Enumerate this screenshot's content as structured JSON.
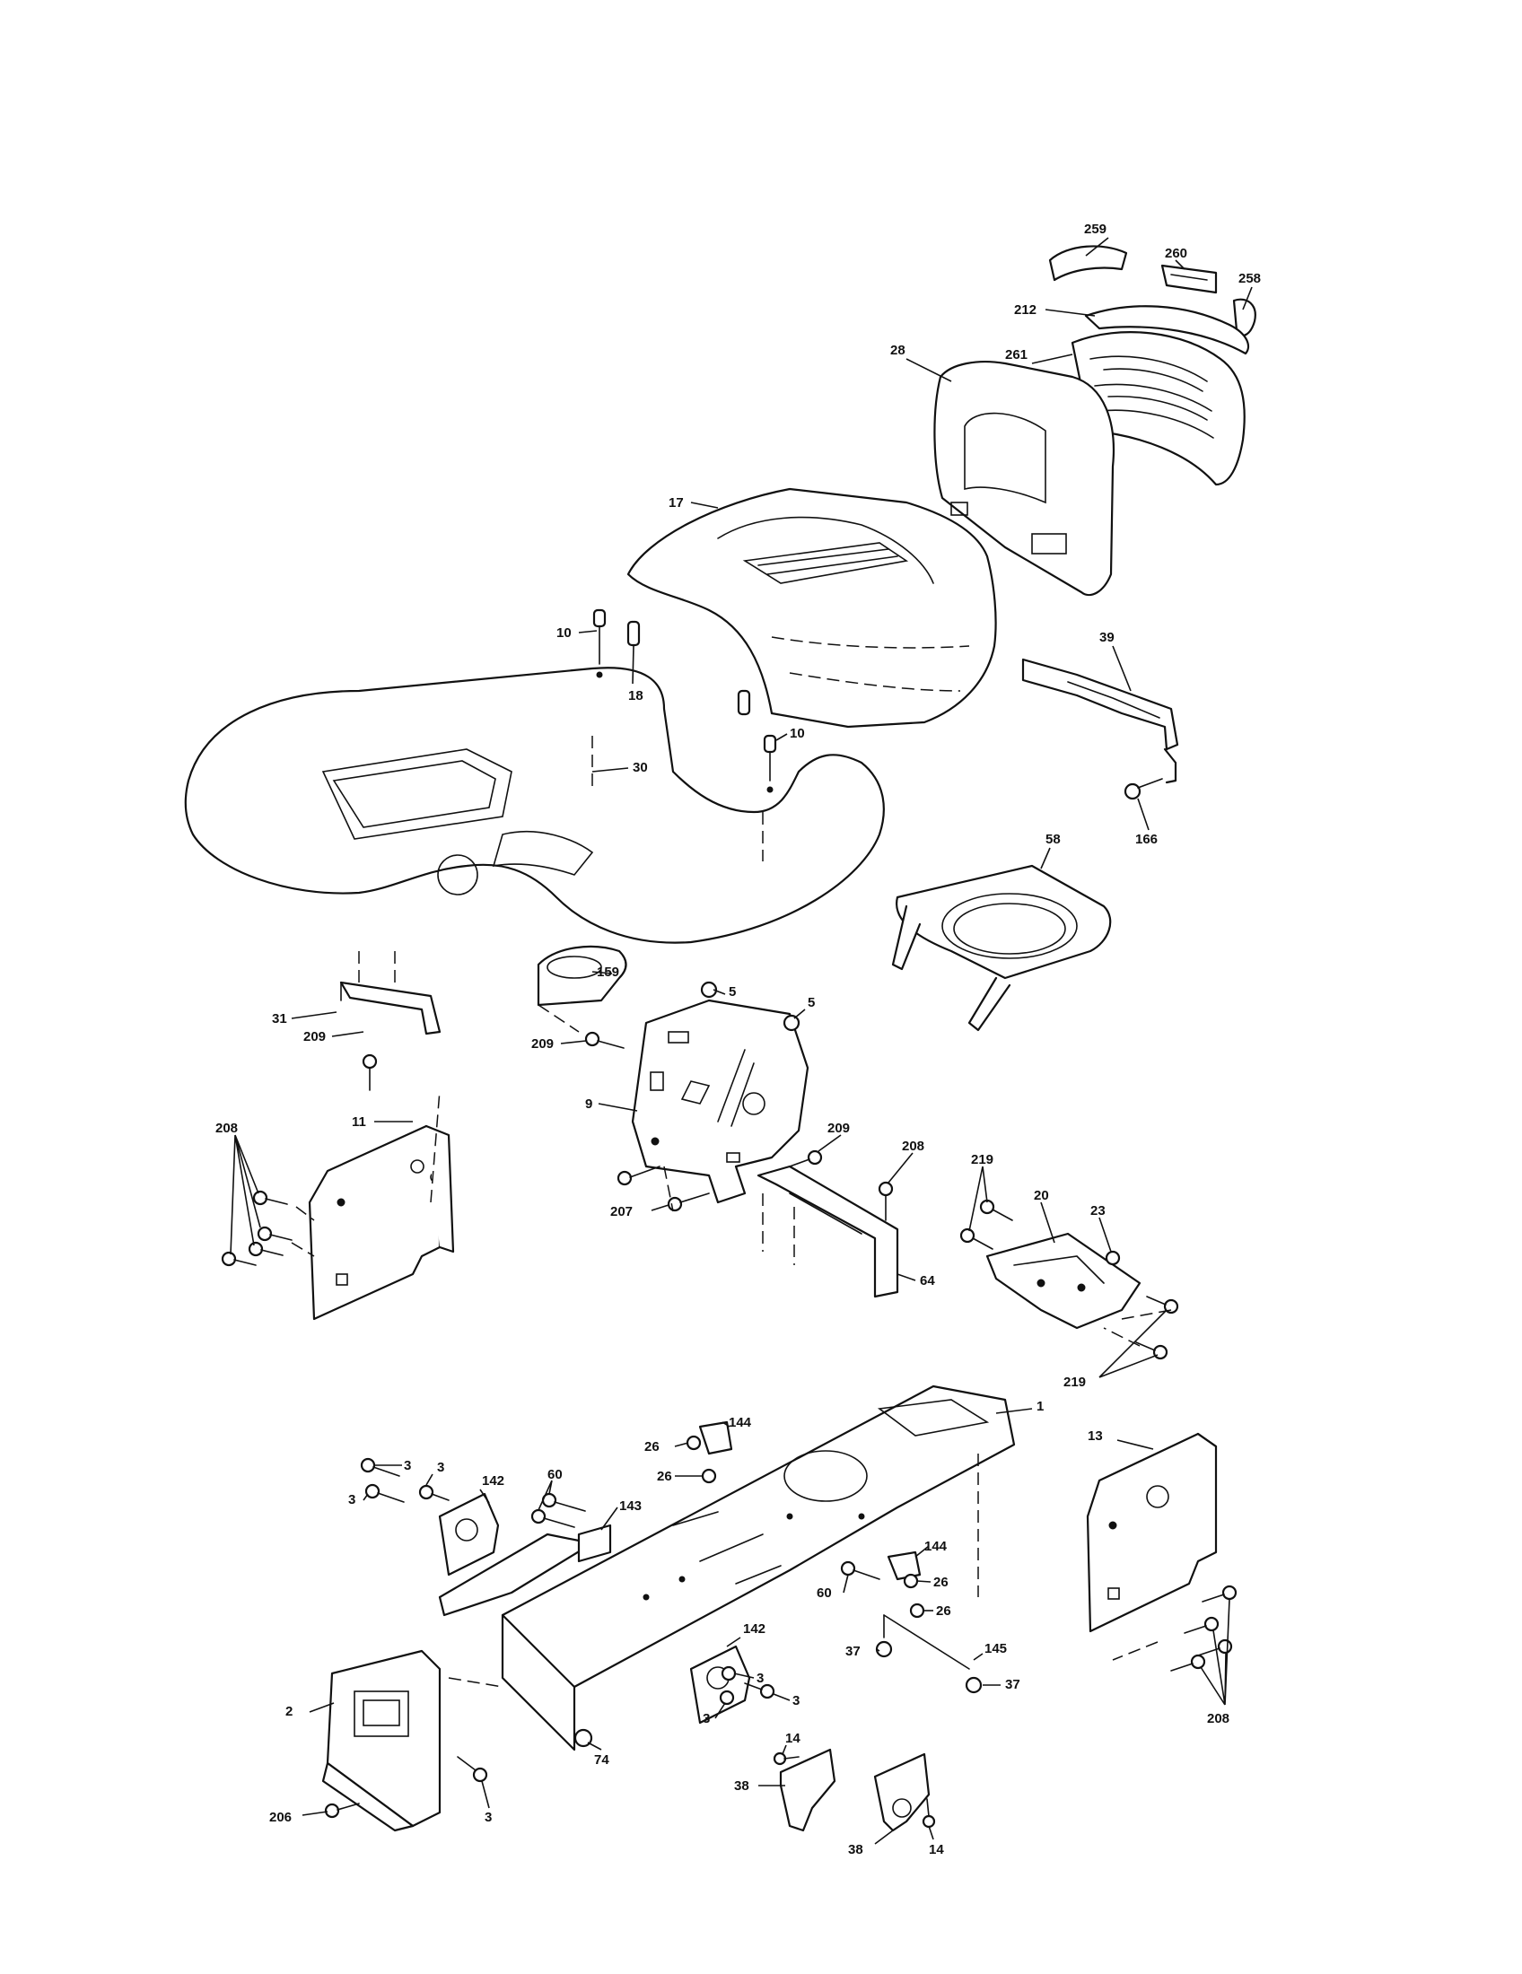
{
  "callouts": {
    "c259": "259",
    "c260": "260",
    "c258": "258",
    "c212": "212",
    "c261": "261",
    "c28": "28",
    "c17": "17",
    "c10a": "10",
    "c18": "18",
    "c10b": "10",
    "c30": "30",
    "c39": "39",
    "c166": "166",
    "c58": "58",
    "c31": "31",
    "c159": "159",
    "c209a": "209",
    "c5a": "5",
    "c5b": "5",
    "c209b": "209",
    "c9": "9",
    "c11": "11",
    "c208a": "208",
    "c209c": "209",
    "c208b": "208",
    "c207": "207",
    "c219a": "219",
    "c20": "20",
    "c23": "23",
    "c64": "64",
    "c219b": "219",
    "c144a": "144",
    "c1": "1",
    "c13": "13",
    "c26a": "26",
    "c26b": "26",
    "c3a": "3",
    "c3b": "3",
    "c3c": "3",
    "c60a": "60",
    "c142a": "142",
    "c143": "143",
    "c144b": "144",
    "c26c": "26",
    "c60b": "60",
    "c26d": "26",
    "c37a": "37",
    "c145": "145",
    "c37b": "37",
    "c142b": "142",
    "c3d": "3",
    "c3e": "3",
    "c3f": "3",
    "c2": "2",
    "c74": "74",
    "c14a": "14",
    "c38a": "38",
    "c14b": "14",
    "c38b": "38",
    "c206": "206",
    "c3g": "3",
    "c208c": "208"
  }
}
